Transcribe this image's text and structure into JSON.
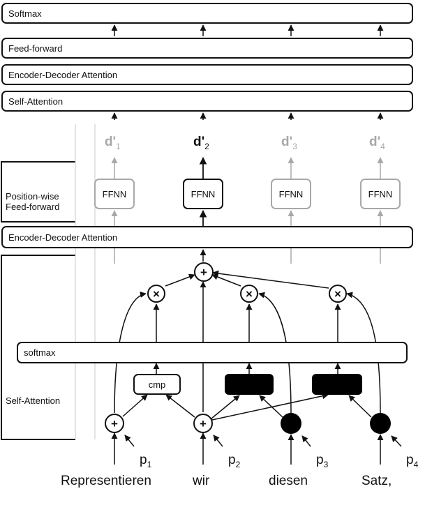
{
  "top_stack": {
    "softmax": "Softmax",
    "feed_forward": "Feed-forward",
    "enc_dec_attention": "Encoder-Decoder Attention",
    "self_attention": "Self-Attention"
  },
  "outputs": [
    {
      "base": "d'",
      "sub": "1"
    },
    {
      "base": "d'",
      "sub": "2"
    },
    {
      "base": "d'",
      "sub": "3"
    },
    {
      "base": "d'",
      "sub": "4"
    }
  ],
  "ffnn_label": "FFNN",
  "side_labels": {
    "position_wise_ffn": "Position-wise\nFeed-forward",
    "self_attention": "Self-Attention"
  },
  "enc_dec_attention_mid": "Encoder-Decoder Attention",
  "softmax_inner": "softmax",
  "cmp_label": "cmp",
  "operators": {
    "plus": "+",
    "times": "×"
  },
  "positions": [
    {
      "base": "p",
      "sub": "1"
    },
    {
      "base": "p",
      "sub": "2"
    },
    {
      "base": "p",
      "sub": "3"
    },
    {
      "base": "p",
      "sub": "4"
    }
  ],
  "words": [
    "Representieren",
    "wir",
    "diesen",
    "Satz,"
  ]
}
